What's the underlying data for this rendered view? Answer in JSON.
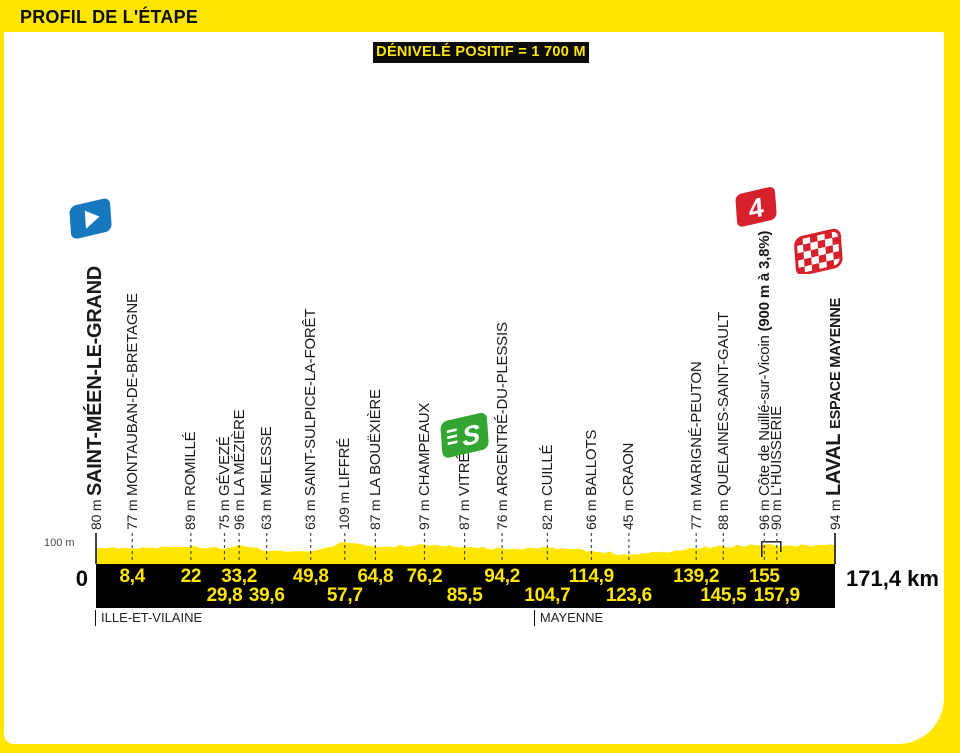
{
  "header": {
    "title": "PROFIL DE L'ÉTAPE",
    "denivele": "DÉNIVELÉ POSITIF = 1 700 M"
  },
  "chart_data": {
    "type": "area",
    "title": "PROFIL DE L'ÉTAPE",
    "subtitle": "DÉNIVELÉ POSITIF = 1 700 M",
    "x_unit": "km",
    "y_unit": "m",
    "x_range_km": [
      0,
      171.4
    ],
    "ylim": [
      0,
      130
    ],
    "y_scale_label": "100 m",
    "start_km_label": "0",
    "total_km_label": "171,4 km",
    "grid": "off",
    "colors": {
      "yellow": "#FFE600",
      "black": "#000000",
      "blue": "#1878BE",
      "green": "#33A532",
      "red": "#D6202C"
    },
    "waypoints": [
      {
        "km": 0,
        "km_label": "",
        "row": 0,
        "elev": 80,
        "elev_label": "80 m",
        "name": "SAINT-MÉEN-LE-GRAND",
        "style": "start",
        "icon": "start-flag"
      },
      {
        "km": 8.4,
        "km_label": "8,4",
        "row": 1,
        "elev": 77,
        "elev_label": "77 m",
        "name": "MONTAUBAN-DE-BRETAGNE",
        "style": "normal"
      },
      {
        "km": 22,
        "km_label": "22",
        "row": 1,
        "elev": 89,
        "elev_label": "89 m",
        "name": "ROMILLÉ",
        "style": "normal"
      },
      {
        "km": 29.8,
        "km_label": "29,8",
        "row": 2,
        "elev": 75,
        "elev_label": "75 m",
        "name": "GÉVEZÉ",
        "style": "normal"
      },
      {
        "km": 33.2,
        "km_label": "33,2",
        "row": 1,
        "elev": 96,
        "elev_label": "96 m",
        "name": "LA MÉZIÈRE",
        "style": "normal"
      },
      {
        "km": 39.6,
        "km_label": "39,6",
        "row": 2,
        "elev": 63,
        "elev_label": "63 m",
        "name": "MELESSE",
        "style": "normal"
      },
      {
        "km": 49.8,
        "km_label": "49,8",
        "row": 1,
        "elev": 63,
        "elev_label": "63 m",
        "name": "SAINT-SULPICE-LA-FORÊT",
        "style": "normal"
      },
      {
        "km": 57.7,
        "km_label": "57,7",
        "row": 2,
        "elev": 109,
        "elev_label": "109 m",
        "name": "LIFFRÉ",
        "style": "normal"
      },
      {
        "km": 64.8,
        "km_label": "64,8",
        "row": 1,
        "elev": 87,
        "elev_label": "87 m",
        "name": "LA BOUËXIÈRE",
        "style": "normal"
      },
      {
        "km": 76.2,
        "km_label": "76,2",
        "row": 1,
        "elev": 97,
        "elev_label": "97 m",
        "name": "CHAMPEAUX",
        "style": "normal"
      },
      {
        "km": 85.5,
        "km_label": "85,5",
        "row": 2,
        "elev": 87,
        "elev_label": "87 m",
        "name": "VITRÉ",
        "style": "normal",
        "icon": "sprint"
      },
      {
        "km": 94.2,
        "km_label": "94,2",
        "row": 1,
        "elev": 76,
        "elev_label": "76 m",
        "name": "ARGENTRÉ-DU-PLESSIS",
        "style": "normal"
      },
      {
        "km": 104.7,
        "km_label": "104,7",
        "row": 2,
        "elev": 82,
        "elev_label": "82 m",
        "name": "CUILLÉ",
        "style": "normal"
      },
      {
        "km": 114.9,
        "km_label": "114,9",
        "row": 1,
        "elev": 66,
        "elev_label": "66 m",
        "name": "BALLOTS",
        "style": "normal"
      },
      {
        "km": 123.6,
        "km_label": "123,6",
        "row": 2,
        "elev": 45,
        "elev_label": "45 m",
        "name": "CRAON",
        "style": "normal"
      },
      {
        "km": 139.2,
        "km_label": "139,2",
        "row": 1,
        "elev": 77,
        "elev_label": "77 m",
        "name": "MARIGNÉ-PEUTON",
        "style": "normal"
      },
      {
        "km": 145.5,
        "km_label": "145,5",
        "row": 2,
        "elev": 88,
        "elev_label": "88 m",
        "name": "QUELAINES-SAINT-GAULT",
        "style": "normal"
      },
      {
        "km": 155,
        "km_label": "155",
        "row": 1,
        "elev": 96,
        "elev_label": "96 m",
        "name": "Côte de Nuillé-sur-Vicoin ",
        "name_suffix_bold": "(900 m à 3,8%)",
        "style": "climb",
        "icon": "cat4"
      },
      {
        "km": 157.9,
        "km_label": "157,9",
        "row": 2,
        "elev": 90,
        "elev_label": "90 m",
        "name": "L'HUISSERIE",
        "style": "normal"
      },
      {
        "km": 171.4,
        "km_label": "",
        "row": 0,
        "elev": 94,
        "elev_label": "94 m",
        "name": "LAVAL ",
        "name_suffix_big": "ESPACE MAYENNE",
        "style": "finish",
        "icon": "finish-flag"
      }
    ],
    "departments": [
      {
        "name": "ILLE-ET-VILAINE",
        "km": 0
      },
      {
        "name": "MAYENNE",
        "km": 101.8
      }
    ]
  }
}
